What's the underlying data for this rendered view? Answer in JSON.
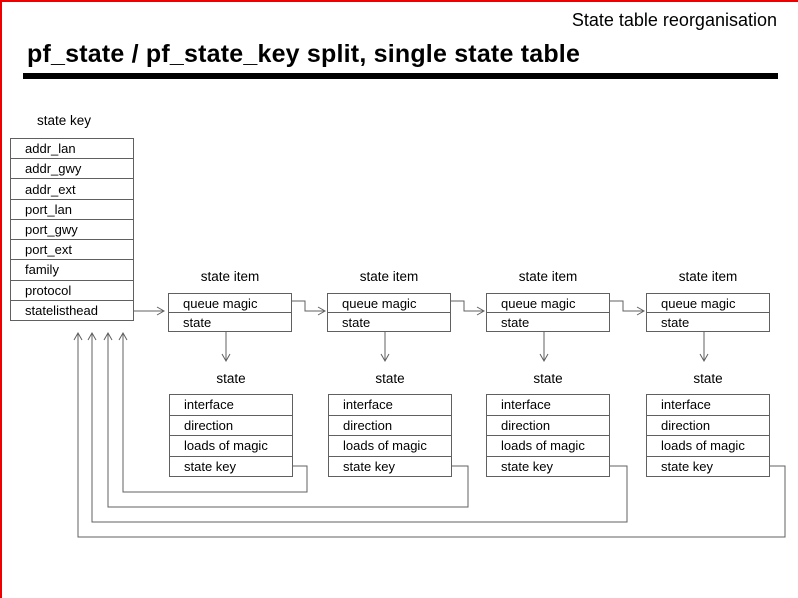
{
  "slide": {
    "corner_title": "State table reorganisation",
    "heading": "pf_state / pf_state_key split, single state table",
    "accent_color": "#ee0000",
    "line_color": "#606060"
  },
  "diagram": {
    "state_key": {
      "label": "state key",
      "rows": [
        "addr_lan",
        "addr_gwy",
        "addr_ext",
        "port_lan",
        "port_gwy",
        "port_ext",
        "family",
        "protocol",
        "statelisthead"
      ]
    },
    "state_items": [
      {
        "label": "state item",
        "rows": [
          "queue magic",
          "state"
        ]
      },
      {
        "label": "state item",
        "rows": [
          "queue magic",
          "state"
        ]
      },
      {
        "label": "state item",
        "rows": [
          "queue magic",
          "state"
        ]
      },
      {
        "label": "state item",
        "rows": [
          "queue magic",
          "state"
        ]
      }
    ],
    "states": [
      {
        "label": "state",
        "rows": [
          "interface",
          "direction",
          "loads of magic",
          "state key"
        ]
      },
      {
        "label": "state",
        "rows": [
          "interface",
          "direction",
          "loads of magic",
          "state key"
        ]
      },
      {
        "label": "state",
        "rows": [
          "interface",
          "direction",
          "loads of magic",
          "state key"
        ]
      },
      {
        "label": "state",
        "rows": [
          "interface",
          "direction",
          "loads of magic",
          "state key"
        ]
      }
    ]
  }
}
